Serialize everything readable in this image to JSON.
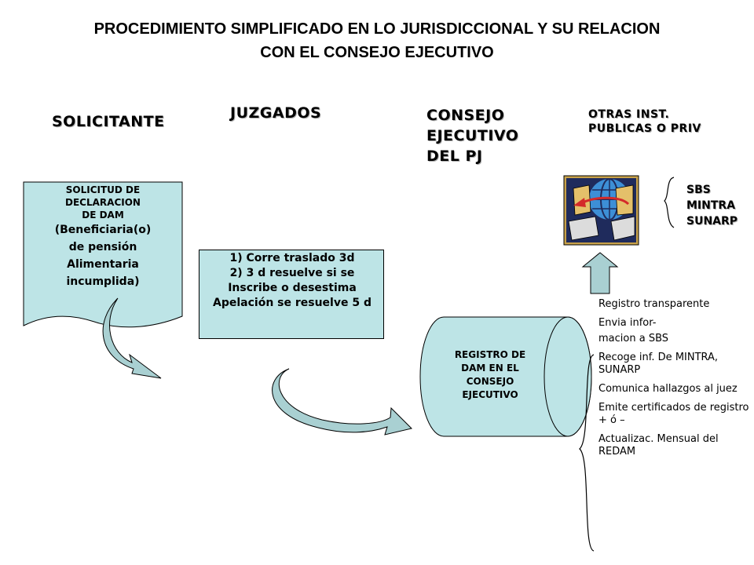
{
  "title_line1": "PROCEDIMIENTO SIMPLIFICADO EN LO JURISDICCIONAL Y SU RELACION",
  "title_line2": "CON EL CONSEJO EJECUTIVO",
  "columns": {
    "solicitante": "SOLICITANTE",
    "juzgados": "JUZGADOS",
    "consejo": [
      "CONSEJO",
      "EJECUTIVO",
      "DEL PJ"
    ],
    "otras": [
      "OTRAS INST.",
      "PUBLICAS O PRIV"
    ]
  },
  "solicitud": {
    "lines": [
      "SOLICITUD DE",
      "DECLARACION",
      "DE  DAM"
    ],
    "detail": [
      "(Beneficiaria(o)",
      "de pensión",
      "Alimentaria",
      "incumplida)"
    ]
  },
  "juzgados_box": {
    "items": [
      "1)   Corre traslado 3d",
      "2)    3 d resuelve si se",
      "Inscribe o desestima",
      "Apelación  se resuelve  5 d"
    ]
  },
  "registro": [
    "REGISTRO DE",
    "DAM  EN EL",
    "CONSEJO",
    "EJECUTIVO"
  ],
  "instituciones": [
    "SBS",
    "MINTRA",
    "SUNARP"
  ],
  "funciones": [
    "Registro  transparente",
    "Envia infor-",
    "macion a SBS",
    "Recoge inf. De MINTRA, SUNARP",
    "Comunica hallazgos al juez",
    "Emite certificados de registro + ó –",
    "Actualizac. Mensual del REDAM"
  ],
  "colors": {
    "shape_fill": "#bde4e6",
    "arrow_fill": "#a9d0d2",
    "globe_bg": "#1f2b5c",
    "globe_blue": "#3d8fd6",
    "icon_frame": "#c8a24a",
    "arrow_red": "#d42a2a"
  },
  "icon": "network-globe-computers-icon"
}
